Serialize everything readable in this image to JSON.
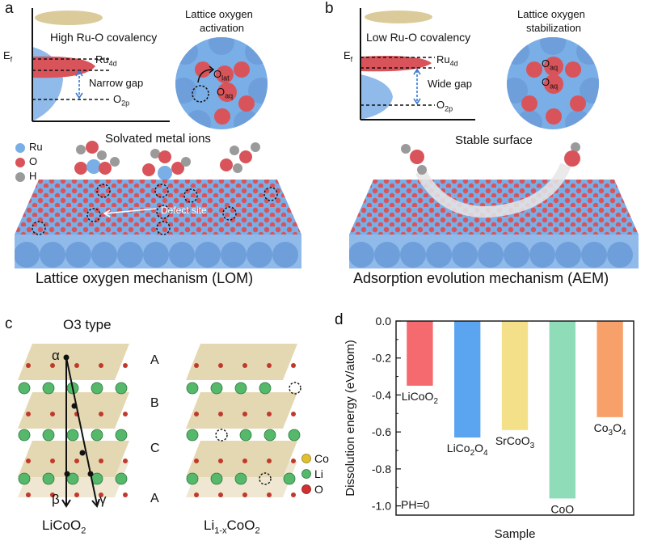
{
  "panels": {
    "a": {
      "letter": "a",
      "covalency": "High Ru-O covalency",
      "ef": "E",
      "ef_sub": "f",
      "ru4d": "Ru",
      "ru4d_sub": "4d",
      "gap": "Narrow gap",
      "o2p": "O",
      "o2p_sub": "2p",
      "activation_line1": "Lattice oxygen",
      "activation_line2": "activation",
      "olat": "O",
      "olat_sub": "lat",
      "oaq": "O",
      "oaq_sub": "aq",
      "solvated": "Solvated metal ions",
      "legend_ru": "Ru",
      "legend_o": "O",
      "legend_h": "H",
      "defect": "Defect site",
      "mechanism": "Lattice oxygen mechanism (LOM)"
    },
    "b": {
      "letter": "b",
      "covalency": "Low Ru-O covalency",
      "ef": "E",
      "ef_sub": "f",
      "ru4d": "Ru",
      "ru4d_sub": "4d",
      "gap": "Wide gap",
      "o2p": "O",
      "o2p_sub": "2p",
      "stab_line1": "Lattice oxygen",
      "stab_line2": "stabilization",
      "oaq1": "O",
      "oaq1_sub": "aq",
      "oaq2": "O",
      "oaq2_sub": "aq",
      "stable": "Stable surface",
      "mechanism": "Adsorption evolution mechanism (AEM)"
    },
    "c": {
      "letter": "c",
      "title": "O3 type",
      "alpha": "α",
      "beta": "β",
      "gamma": "γ",
      "stack": [
        "A",
        "B",
        "C",
        "A"
      ],
      "left_formula": "LiCoO",
      "left_formula_sub": "2",
      "right_formula_pre": "Li",
      "right_formula_sub1": "1-x",
      "right_formula_mid": "CoO",
      "right_formula_sub2": "2",
      "legend_co": "Co",
      "legend_li": "Li",
      "legend_o": "O"
    },
    "d": {
      "letter": "d",
      "annotation": "PH=0"
    }
  },
  "colors": {
    "ru": "#7aaee6",
    "o": "#d9545a",
    "h": "#9a9a9a",
    "co": "#e0c030",
    "li": "#55b86a",
    "band_top": "#dccb9a"
  },
  "chart_data": {
    "type": "bar",
    "categories": [
      "LiCoO2",
      "LiCo2O4",
      "SrCoO3",
      "CoO",
      "Co3O4"
    ],
    "category_labels": [
      {
        "main": "LiCoO",
        "sub": "2",
        "tail": ""
      },
      {
        "main": "LiCo",
        "sub": "2",
        "mid": "O",
        "sub2": "4"
      },
      {
        "main": "SrCoO",
        "sub": "3",
        "tail": ""
      },
      {
        "main": "CoO",
        "sub": "",
        "tail": ""
      },
      {
        "main": "Co",
        "sub": "3",
        "mid": "O",
        "sub2": "4"
      }
    ],
    "values": [
      -0.35,
      -0.63,
      -0.59,
      -0.96,
      -0.52
    ],
    "colors": [
      "#f56a6e",
      "#5aa4f0",
      "#f5e08a",
      "#8fdcb8",
      "#f7a06a"
    ],
    "xlabel": "Sample",
    "ylabel": "Dissolution energy (eV/atom)",
    "ylim": [
      -1.05,
      0.0
    ],
    "yticks": [
      0.0,
      -0.2,
      -0.4,
      -0.6,
      -0.8,
      -1.0
    ],
    "ytick_labels": [
      "0.0",
      "-0.2",
      "-0.4",
      "-0.6",
      "-0.8",
      "-1.0"
    ]
  }
}
